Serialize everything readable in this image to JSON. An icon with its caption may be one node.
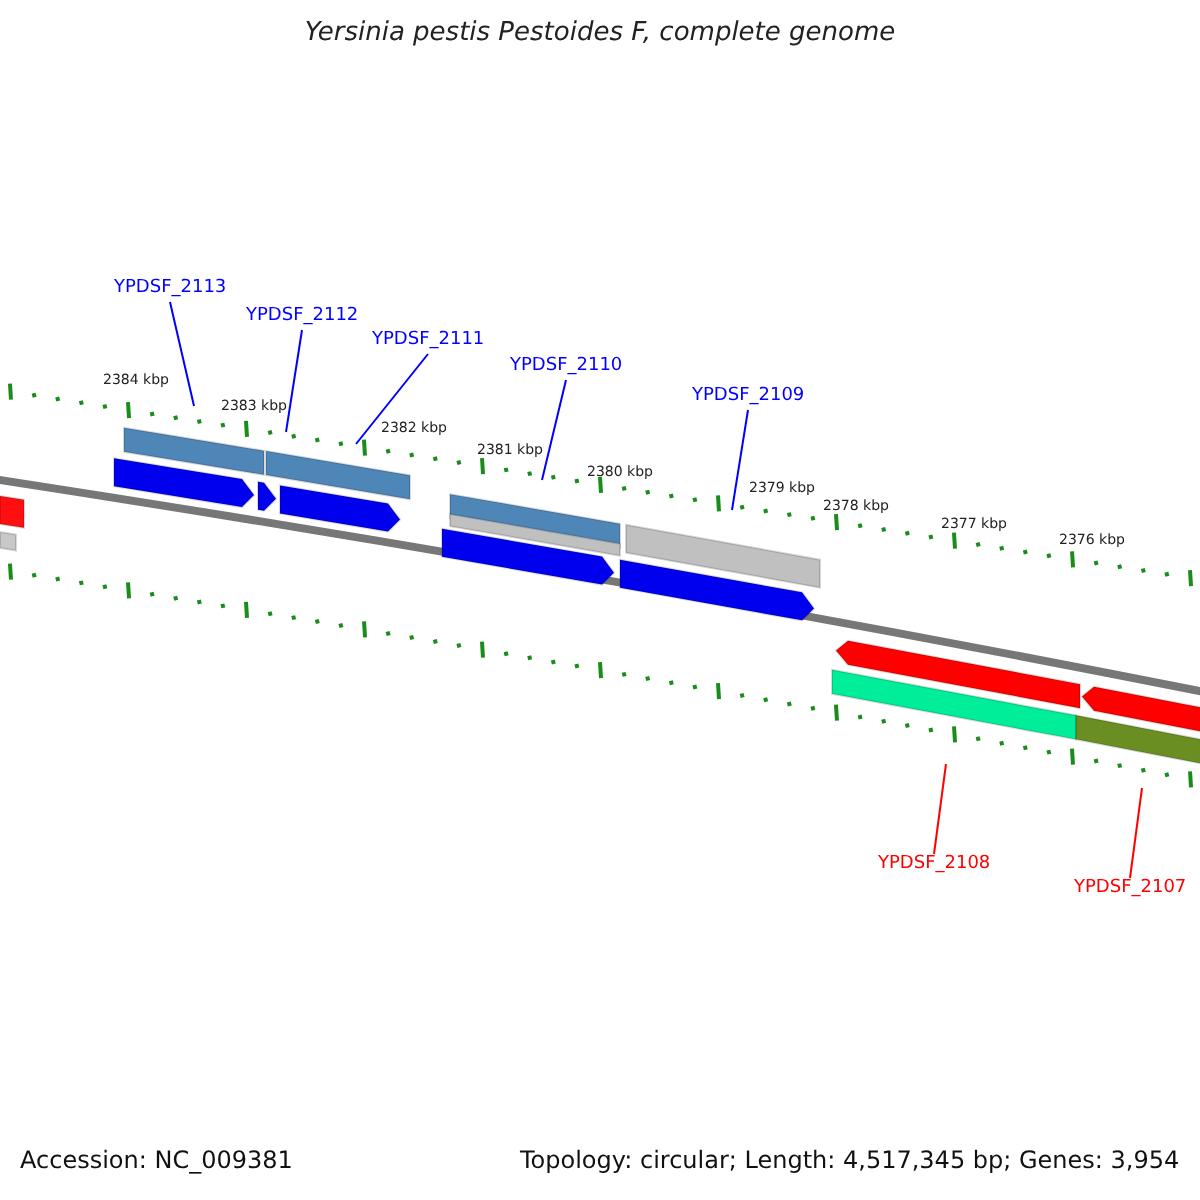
{
  "diagram": {
    "title": "Yersinia pestis Pestoides F, complete genome",
    "nodes": [
      {
        "text": [
          "YPDSF_2113"
        ]
      },
      {
        "text": [
          "YPDSF_2112"
        ]
      },
      {
        "text": [
          "YPDSF_2111"
        ]
      },
      {
        "text": [
          "YPDSF_2110"
        ]
      },
      {
        "text": [
          "YPDSF_2109"
        ]
      },
      {
        "text": [
          "YPDSF_2108"
        ]
      },
      {
        "text": [
          "YPDSF_2107"
        ]
      }
    ],
    "edges": [
      {
        "from": 0,
        "to": null,
        "arrow": "none"
      },
      {
        "from": 1,
        "to": null,
        "arrow": "none"
      },
      {
        "from": 2,
        "to": null,
        "arrow": "none"
      },
      {
        "from": 3,
        "to": null,
        "arrow": "none"
      },
      {
        "from": 4,
        "to": null,
        "arrow": "none"
      },
      {
        "from": 5,
        "to": null,
        "arrow": "none",
        "color": "#ff0000"
      },
      {
        "from": 6,
        "to": null,
        "arrow": "none",
        "color": "#ff0000"
      }
    ],
    "labels": [
      "2384 kbp",
      "2383 kbp",
      "2382 kbp",
      "2381 kbp",
      "2380 kbp",
      "2379 kbp",
      "2378 kbp",
      "2377 kbp",
      "2376 kbp",
      "Accession: NC_009381",
      "Topology: circular; Length: 4,517,345 bp; Genes: 3,954"
    ]
  }
}
